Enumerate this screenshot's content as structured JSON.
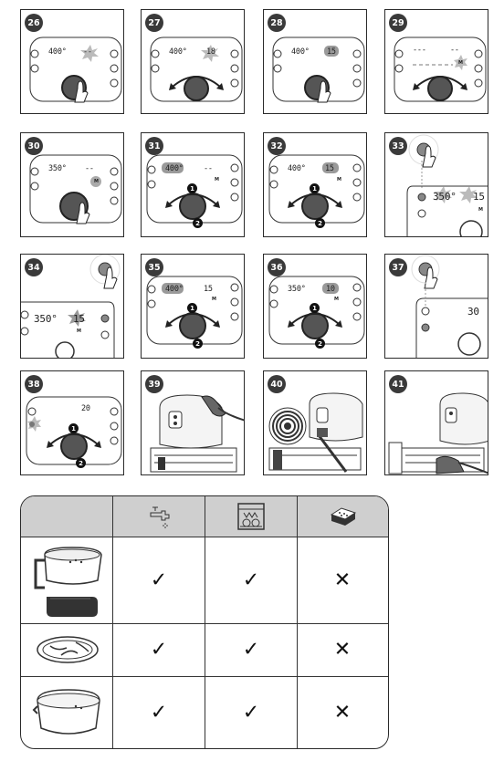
{
  "steps": [
    {
      "n": "26",
      "temp": "400",
      "time": "--",
      "mark": ""
    },
    {
      "n": "27",
      "temp": "400",
      "time": "18",
      "mark": ""
    },
    {
      "n": "28",
      "temp": "400",
      "time": "15",
      "mark": ""
    },
    {
      "n": "29",
      "temp": "---",
      "time": "--",
      "mark": "M"
    },
    {
      "n": "30",
      "temp": "350",
      "time": "--",
      "mark": "M"
    },
    {
      "n": "31",
      "temp": "400",
      "time": "--",
      "mark": "M"
    },
    {
      "n": "32",
      "temp": "400",
      "time": "15",
      "mark": "M"
    },
    {
      "n": "33",
      "temp": "350",
      "time": "15",
      "mark": "M"
    },
    {
      "n": "34",
      "temp": "350",
      "time": "15",
      "mark": "M"
    },
    {
      "n": "35",
      "temp": "400",
      "time": "15",
      "mark": "M"
    },
    {
      "n": "36",
      "temp": "350",
      "time": "10",
      "mark": "M"
    },
    {
      "n": "37",
      "temp": "",
      "time": "30",
      "mark": ""
    },
    {
      "n": "38",
      "temp": "",
      "time": "20",
      "mark": ""
    },
    {
      "n": "39",
      "temp": "",
      "time": "",
      "mark": ""
    },
    {
      "n": "40",
      "temp": "",
      "time": "",
      "mark": ""
    },
    {
      "n": "41",
      "temp": "",
      "time": "",
      "mark": ""
    }
  ],
  "callouts": {
    "one": "1",
    "two": "2"
  },
  "degree": "°",
  "care_table": {
    "header_icons": [
      "tap-water-icon",
      "dishwasher-icon",
      "sponge-icon"
    ],
    "rows": [
      {
        "item_icon": "basket-and-mesh-icon",
        "marks": [
          "✓",
          "✓",
          "✕"
        ]
      },
      {
        "item_icon": "mesh-insert-icon",
        "marks": [
          "✓",
          "✓",
          "✕"
        ]
      },
      {
        "item_icon": "drawer-icon",
        "marks": [
          "✓",
          "✓",
          "✕"
        ]
      }
    ]
  }
}
